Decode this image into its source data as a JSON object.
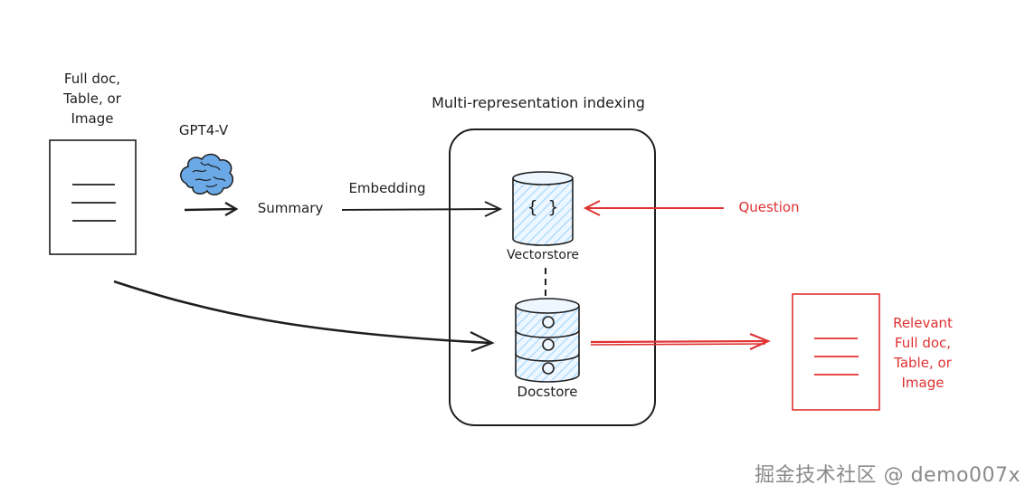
{
  "source": {
    "label_lines": [
      "Full doc,",
      "Table, or",
      "Image"
    ]
  },
  "model": {
    "label": "GPT4-V",
    "icon": "brain-icon"
  },
  "summary": {
    "label": "Summary"
  },
  "embedding": {
    "label": "Embedding"
  },
  "index": {
    "title": "Multi-representation indexing"
  },
  "vectorstore": {
    "label": "Vectorstore",
    "glyph": "{ }"
  },
  "docstore": {
    "label": "Docstore"
  },
  "question": {
    "label": "Question"
  },
  "result": {
    "label_lines": [
      "Relevant",
      "Full doc,",
      "Table, or",
      "Image"
    ]
  },
  "watermark": {
    "text": "掘金技术社区 @ demo007x"
  },
  "colors": {
    "ink": "#1e1e1e",
    "accent": "#e03131",
    "hatch": "#a5d8ff",
    "brain": "#4a90d9"
  }
}
